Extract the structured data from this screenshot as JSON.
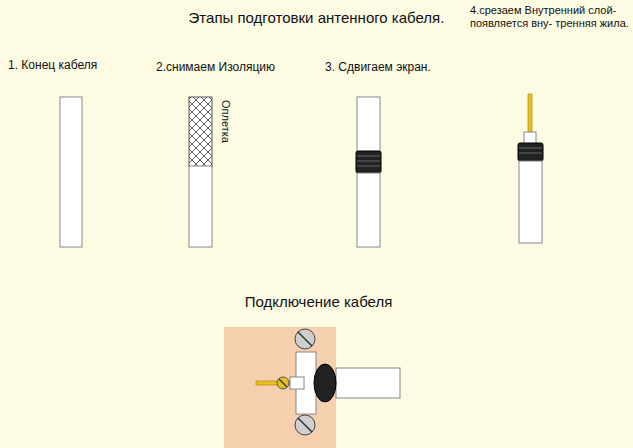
{
  "diagram": {
    "title": "Этапы подготовки антенного кабеля.",
    "labels": [
      "1. Конец кабеля",
      "2.снимаем Изоляцию",
      "3. Сдвигаем экран.",
      "4.срезаем Внутренний слой-появляется вну- тренняя жила.",
      "Оплетка",
      "Подключение кабеля"
    ]
  }
}
